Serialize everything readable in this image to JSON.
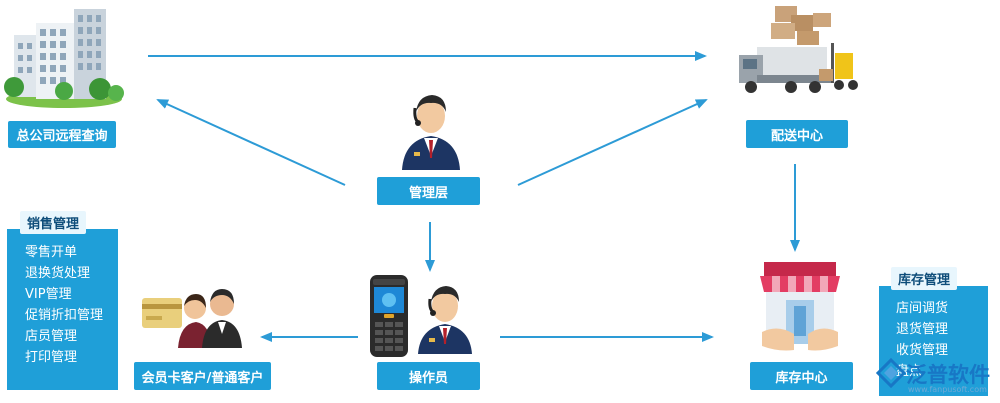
{
  "nodes": {
    "hq": "总公司远程查询",
    "distribution": "配送中心",
    "management": "管理层",
    "operator": "操作员",
    "customers": "会员卡客户/普通客户",
    "inventory_center": "库存中心"
  },
  "sales_panel": {
    "title": "销售管理",
    "items": [
      "零售开单",
      "退换货处理",
      "VIP管理",
      "促销折扣管理",
      "店员管理",
      "打印管理"
    ]
  },
  "inventory_panel": {
    "title": "库存管理",
    "items": [
      "店间调货",
      "退货管理",
      "收货管理",
      "盘点"
    ]
  },
  "watermark": {
    "brand": "泛普软件",
    "url": "www.fanpusoft.com"
  },
  "colors": {
    "accent": "#1f9fd8",
    "arrow": "#2d9bd6"
  },
  "icons": [
    "office-building-icon",
    "delivery-truck-forklift-icon",
    "manager-person-icon",
    "handheld-scanner-icon",
    "operator-person-icon",
    "customers-card-icon",
    "storefront-icon"
  ]
}
